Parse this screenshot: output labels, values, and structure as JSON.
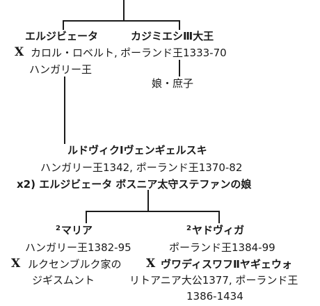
{
  "gen1": {
    "elzbieta": {
      "name": "エルジビェータ",
      "marriage_mark": "X",
      "spouse": "カロル・ロベルト,",
      "spouse_title": "ハンガリー王"
    },
    "kazimierz": {
      "name": "カジミエシⅢ大王",
      "title": "ポーランド王1333-70",
      "child": "娘・庶子"
    }
  },
  "gen2": {
    "ludwik": {
      "name": "ルドヴィクⅠヴェンギェルスキ",
      "title": "ハンガリー王1342, ポーランド王1370-82",
      "marriage": "x2) エルジビェータ ボスニア太守ステファンの娘"
    }
  },
  "gen3": {
    "maria": {
      "number": "2",
      "name": "マリア",
      "title": "ハンガリー王1382-95",
      "marriage_mark": "X",
      "spouse_line1": "ルクセンブルク家の",
      "spouse_line2": "ジギスムント"
    },
    "jadwiga": {
      "number": "2",
      "name": "ヤドヴィガ",
      "title": "ポーランド王1384-99",
      "marriage_mark": "X",
      "spouse": "ヴワディスワフⅡヤギェウォ",
      "spouse_title_line1": "リトアニア大公1377, ポーランド王",
      "spouse_title_line2": "1386-1434"
    }
  }
}
